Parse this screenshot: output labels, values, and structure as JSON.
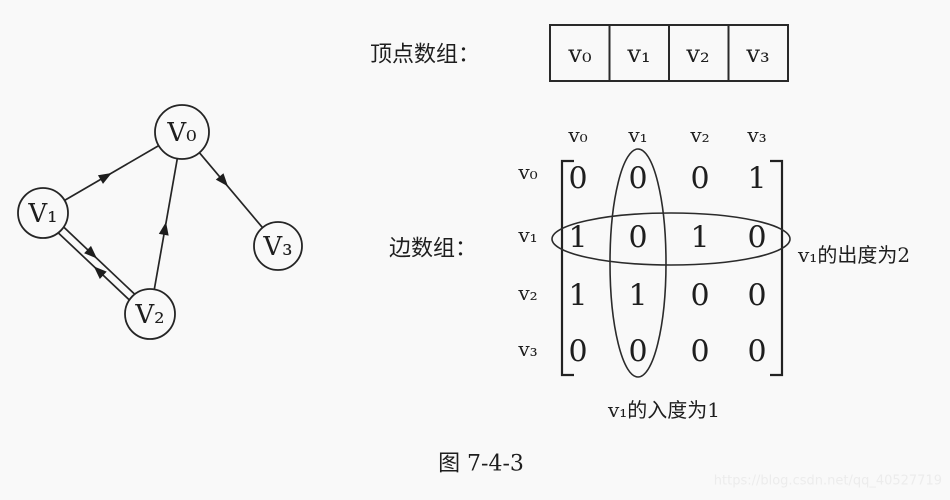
{
  "figure": {
    "caption": "图 7-4-3",
    "watermark": "https://blog.csdn.net/qq_40527719"
  },
  "graph": {
    "vertices": [
      {
        "label": "V₀"
      },
      {
        "label": "V₁"
      },
      {
        "label": "V₂"
      },
      {
        "label": "V₃"
      }
    ],
    "edges": [
      "V1→V0",
      "V2→V0",
      "V0→V3",
      "V1→V2",
      "V2→V1"
    ]
  },
  "vertex_array": {
    "label": "顶点数组：",
    "cells": [
      "v₀",
      "v₁",
      "v₂",
      "v₃"
    ]
  },
  "edge_array": {
    "label": "边数组：",
    "col_headers": [
      "v₀",
      "v₁",
      "v₂",
      "v₃"
    ],
    "row_headers": [
      "v₀",
      "v₁",
      "v₂",
      "v₃"
    ],
    "values": [
      [
        0,
        0,
        0,
        1
      ],
      [
        1,
        0,
        1,
        0
      ],
      [
        1,
        1,
        0,
        0
      ],
      [
        0,
        0,
        0,
        0
      ]
    ],
    "out_degree_note": "v₁的出度为2",
    "in_degree_note": "v₁的入度为1"
  },
  "colors": {
    "ink": "#1e1e1e",
    "background": "#f9f9f9",
    "watermark": "#ececec"
  }
}
